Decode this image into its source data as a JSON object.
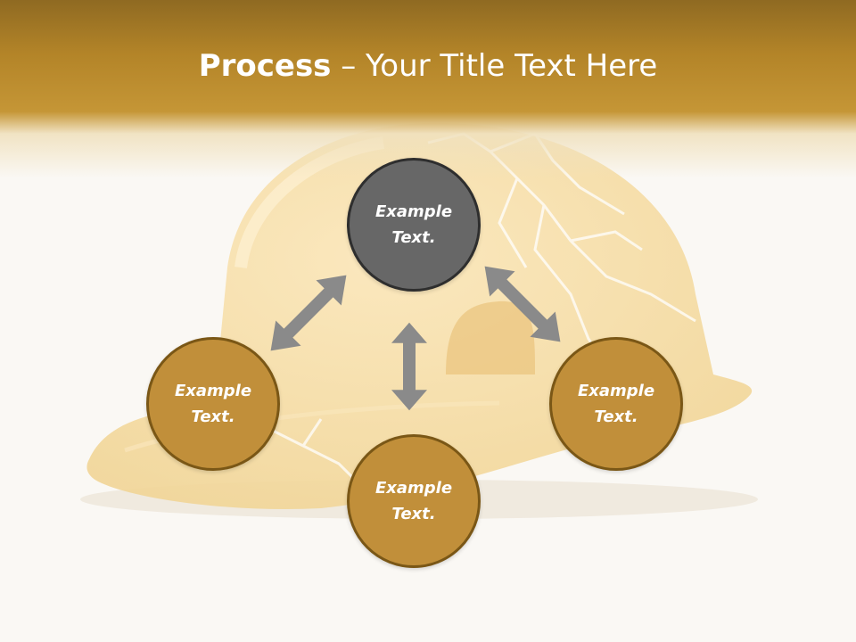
{
  "slide": {
    "title_bold": "Process",
    "title_rest": " – Your Title Text Here"
  },
  "nodes": {
    "top": {
      "label": "Example Text."
    },
    "left": {
      "label": "Example Text."
    },
    "right": {
      "label": "Example Text."
    },
    "bottom": {
      "label": "Example Text."
    }
  },
  "colors": {
    "header": "#b38428",
    "node_top": "#676767",
    "node_gold": "#c18f3a",
    "arrow": "#8a8a8a"
  },
  "icons": {
    "background": "hard-hat-icon",
    "connectors": "double-arrow-icon"
  }
}
